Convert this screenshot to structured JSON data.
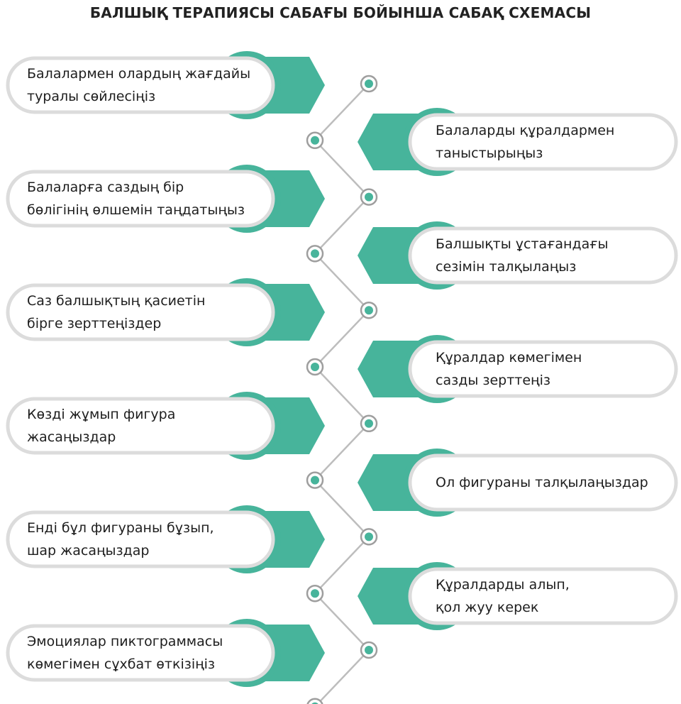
{
  "title": "БАЛШЫҚ ТЕРАПИЯСЫ САБАҒЫ БОЙЫНША САБАҚ СХЕМАСЫ",
  "colors": {
    "accent": "#47b49b",
    "card_border": "#dcdcdc",
    "card_fill": "#ffffff",
    "connector": "#bdbdbd",
    "dot_border": "#9e9e9e",
    "text": "#1e1e1e"
  },
  "steps": [
    {
      "side": "left",
      "text": "Балалармен олардың жағдайы\nтуралы сөйлесіңіз"
    },
    {
      "side": "right",
      "text": "Балаларды құралдармен\nтаныстырыңыз"
    },
    {
      "side": "left",
      "text": "Балаларға саздың бір\nбөлігінің өлшемін таңдатыңыз"
    },
    {
      "side": "right",
      "text": "Балшықты ұстағандағы\nсезімін талқылаңыз"
    },
    {
      "side": "left",
      "text": "Саз балшықтың қасиетін\nбірге зерттеңіздер"
    },
    {
      "side": "right",
      "text": "Құралдар көмегімен\nсазды зерттеңіз"
    },
    {
      "side": "left",
      "text": "Көзді жұмып фигура\nжасаңыздар"
    },
    {
      "side": "right",
      "text": "Ол фигураны талқылаңыздар"
    },
    {
      "side": "left",
      "text": "Енді бұл фигураны бұзып,\nшар жасаңыздар"
    },
    {
      "side": "right",
      "text": "Құралдарды алып,\nқол жуу керек"
    },
    {
      "side": "left",
      "text": "Эмоциялар пиктограммасы\nкөмегімен сұхбат өткізіңіз"
    }
  ]
}
